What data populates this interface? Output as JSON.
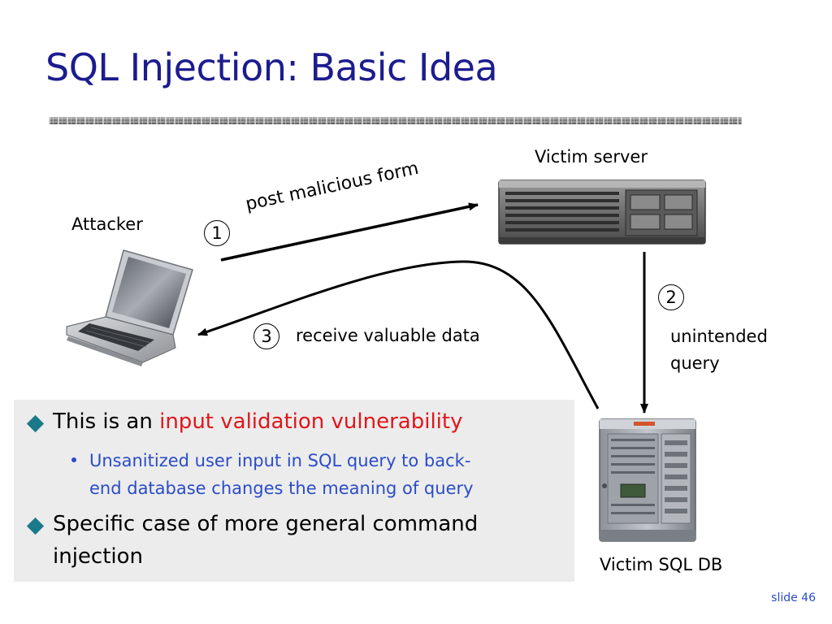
{
  "slide": {
    "title": "SQL Injection: Basic Idea",
    "slide_number_label": "slide 46"
  },
  "diagram": {
    "attacker_label": "Attacker",
    "server_label": "Victim server",
    "db_label": "Victim SQL DB",
    "steps": [
      {
        "number": "1",
        "label": "post malicious form"
      },
      {
        "number": "2",
        "label_line1": "unintended",
        "label_line2": "query"
      },
      {
        "number": "3",
        "label": "receive valuable data"
      }
    ]
  },
  "bullets": {
    "first_prefix": "This is an ",
    "first_highlight": "input validation vulnerability",
    "sub_line1": "Unsanitized user input in SQL query to back-",
    "sub_line2": "end database changes the meaning of query",
    "second_line1": "Specific case of more general command",
    "second_line2": "injection"
  },
  "colors": {
    "title": "#1c1c8f",
    "highlight": "#e0161b",
    "sub_bullet": "#2a4cc8",
    "diamond": "#1a7a8a",
    "box_bg": "#ececec"
  },
  "icons": [
    "laptop-icon",
    "rack-server-icon",
    "tower-server-icon"
  ]
}
